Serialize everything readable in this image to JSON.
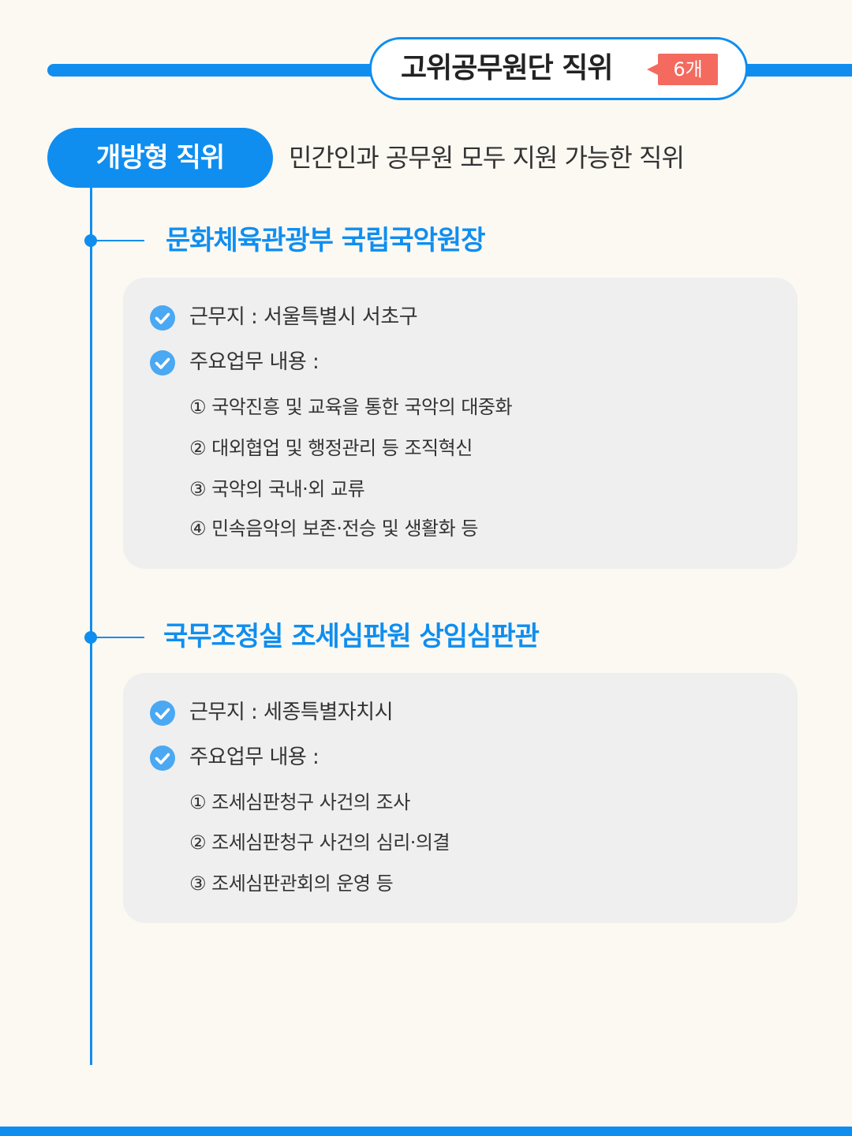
{
  "header": {
    "title": "고위공무원단 직위",
    "count_badge": "6개"
  },
  "category": {
    "label": "개방형 직위",
    "description": "민간인과 공무원 모두 지원 가능한 직위"
  },
  "positions": [
    {
      "title": "문화체육관광부 국립국악원장",
      "location_row": "근무지 : 서울특별시 서초구",
      "duties_label": "주요업무 내용 :",
      "duties": [
        "① 국악진흥 및 교육을 통한 국악의 대중화",
        "② 대외협업 및 행정관리 등 조직혁신",
        "③ 국악의 국내·외 교류",
        "④ 민속음악의 보존·전승 및 생활화 등"
      ]
    },
    {
      "title": "국무조정실 조세심판원 상임심판관",
      "location_row": "근무지 : 세종특별자치시",
      "duties_label": "주요업무 내용 :",
      "duties": [
        "① 조세심판청구 사건의 조사",
        "② 조세심판청구 사건의 심리·의결",
        "③ 조세심판관회의 운영 등"
      ]
    }
  ],
  "colors": {
    "accent": "#0f8ef0",
    "badge": "#f46a5f",
    "box": "#efefef",
    "check": "#4ba8f2"
  },
  "icons": {
    "row_marker": "check-circle-icon"
  }
}
